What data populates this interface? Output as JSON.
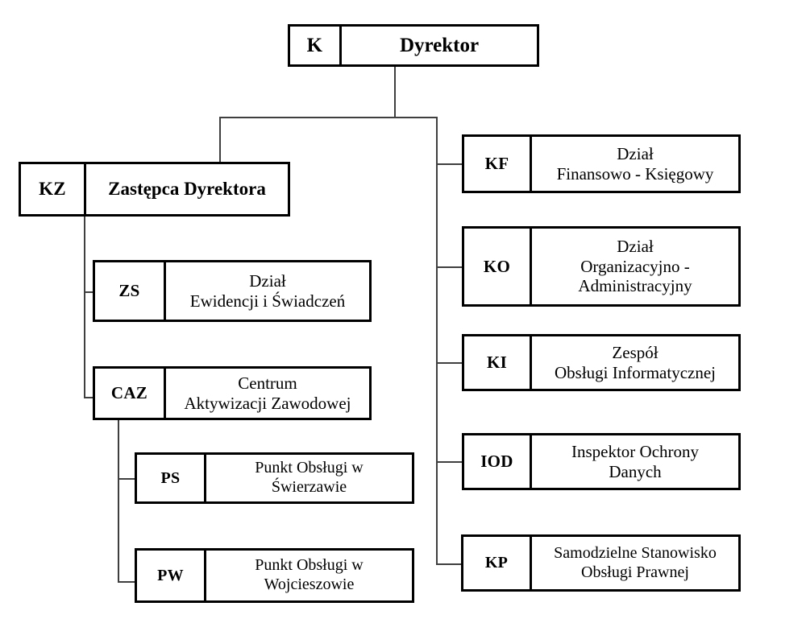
{
  "document": {
    "title": "Schemat organizacyjny",
    "language": "pl",
    "line_color": "#3f3f3f",
    "box_border_color": "#000000",
    "background_color": "#ffffff"
  },
  "nodes": {
    "dyrektor": {
      "code": "K",
      "title": "Dyrektor"
    },
    "zastepca": {
      "code": "KZ",
      "title": "Zastępca Dyrektora"
    },
    "zs": {
      "code": "ZS",
      "title": "Dział\nEwidencji i Świadczeń"
    },
    "caz": {
      "code": "CAZ",
      "title": "Centrum\nAktywizacji Zawodowej"
    },
    "ps": {
      "code": "PS",
      "title": "Punkt Obsługi w\nŚwierzawie"
    },
    "pw": {
      "code": "PW",
      "title": "Punkt Obsługi w\nWojcieszowie"
    },
    "kf": {
      "code": "KF",
      "title": "Dział\nFinansowo - Księgowy"
    },
    "ko": {
      "code": "KO",
      "title": "Dział\nOrganizacyjno -\nAdministracyjny"
    },
    "ki": {
      "code": "KI",
      "title": "Zespół\nObsługi Informatycznej"
    },
    "iod": {
      "code": "IOD",
      "title": "Inspektor Ochrony\nDanych"
    },
    "kp": {
      "code": "KP",
      "title": "Samodzielne Stanowisko\nObsługi Prawnej"
    }
  }
}
